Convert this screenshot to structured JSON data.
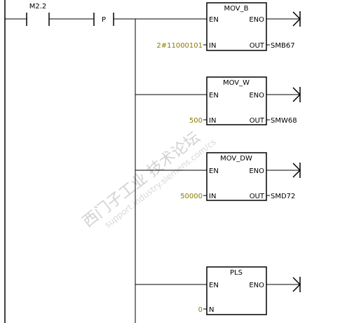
{
  "contacts": {
    "m22": {
      "label": "M2.2"
    },
    "p": {
      "label": "P"
    }
  },
  "blocks": [
    {
      "id": "mov_b",
      "title": "MOV_B",
      "in_label": "IN",
      "out_label": "OUT",
      "en": "EN",
      "eno": "ENO",
      "in_value": "2#11000101",
      "out_value": "SMB67"
    },
    {
      "id": "mov_w",
      "title": "MOV_W",
      "in_label": "IN",
      "out_label": "OUT",
      "en": "EN",
      "eno": "ENO",
      "in_value": "500",
      "out_value": "SMW68"
    },
    {
      "id": "mov_dw",
      "title": "MOV_DW",
      "in_label": "IN",
      "out_label": "OUT",
      "en": "EN",
      "eno": "ENO",
      "in_value": "50000",
      "out_value": "SMD72"
    },
    {
      "id": "pls",
      "title": "PLS",
      "in_label": "N",
      "out_label": "",
      "en": "EN",
      "eno": "ENO",
      "in_value": "0",
      "out_value": ""
    }
  ],
  "watermark": {
    "main": "西门子工业  技术论坛",
    "sub": "support.industry.siemens.com/cs"
  },
  "colors": {
    "line": "#000000",
    "value": "#8a7a00",
    "watermark": "#d2d2d2"
  }
}
